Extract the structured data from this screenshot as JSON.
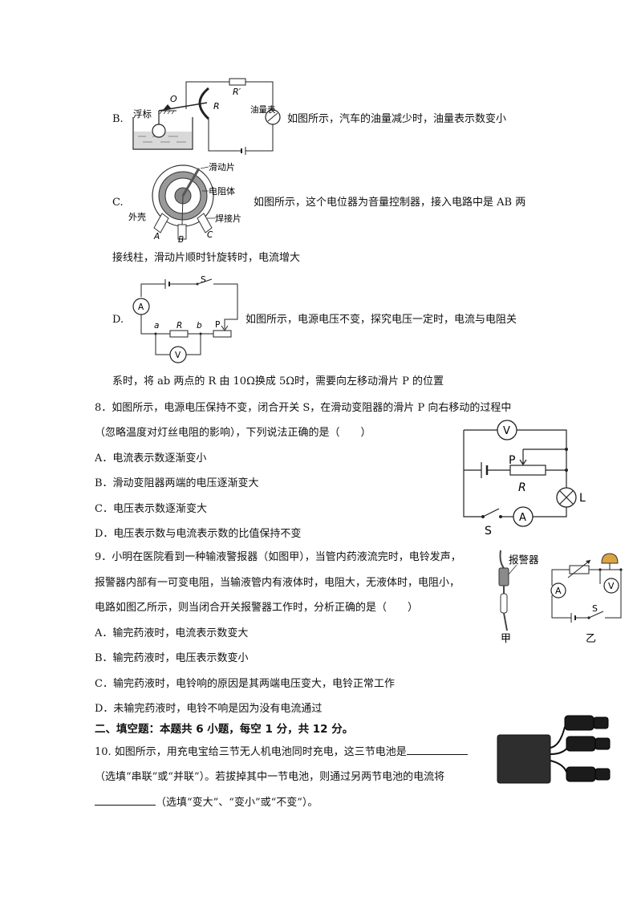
{
  "optB": {
    "letter": "B.",
    "text": "如图所示，汽车的油量减少时，油量表示数变小",
    "labels": {
      "float": "浮标",
      "o": "O",
      "r": "R",
      "rprime": "R′",
      "meter": "油量表"
    }
  },
  "optC": {
    "letter": "C.",
    "text": "如图所示，这个电位器为音量控制器，接入电路中是 AB 两",
    "text2": "接线柱，滑动片顺时针旋转时，电流增大",
    "labels": {
      "slider": "滑动片",
      "body": "电阻体",
      "shell": "外壳",
      "pad": "焊接片",
      "a": "A",
      "b": "B",
      "c": "C"
    }
  },
  "optD": {
    "letter": "D.",
    "text": "如图所示，电源电压不变，探究电压一定时，电流与电阻关",
    "text2": "系时，将 ab 两点的 R 由 10Ω换成 5Ω时，需要向左移动滑片 P 的位置",
    "labels": {
      "s": "S",
      "a": "A",
      "ptA": "a",
      "r": "R",
      "ptB": "b",
      "p": "P",
      "v": "V"
    }
  },
  "q8": {
    "stem1": "8．如图所示，电源电压保持不变，闭合开关 S，在滑动变阻器的滑片 P 向右移动的过程中",
    "stem2": "（忽略温度对灯丝电阻的影响），下列说法正确的是（　　）",
    "options": [
      "A．电流表示数逐渐变小",
      "B．滑动变阻器两端的电压逐渐变大",
      "C．电压表示数逐渐变大",
      "D．电压表示数与电流表示数的比值保持不变"
    ],
    "labels": {
      "v": "V",
      "p": "P",
      "r": "R",
      "l": "L",
      "a": "A",
      "s": "S"
    }
  },
  "q9": {
    "stem1": "9．小明在医院看到一种输液警报器（如图甲），当管内药液流完时，电铃发声，",
    "stem2": "报警器内部有一可变电阻，当输液管内有液体时，电阻大，无液体时，电阻小，",
    "stem3": "电路如图乙所示，则当闭合开关报警器工作时，分析正确的是（　　）",
    "options": [
      "A．输完药液时，电流表示数变大",
      "B．输完药液时，电压表示数变小",
      "C．输完药液时，电铃响的原因是其两端电压变大，电铃正常工作",
      "D．未输完药液时，电铃不响是因为没有电流通过"
    ],
    "labels": {
      "alarm": "报警器",
      "jia": "甲",
      "yi": "乙",
      "a": "A",
      "v": "V",
      "s": "S"
    }
  },
  "section2": "二、填空题：本题共 6 小题，每空 1 分，共 12 分。",
  "q10": {
    "line1": "10. 如图所示，用充电宝给三节无人机电池同时充电，这三节电池是",
    "line2": "（选填“串联”或“并联”）。若拔掉其中一节电池，则通过另两节电池的电流将",
    "line3": "（选填“变大”、“变小”或“不变”）。"
  }
}
